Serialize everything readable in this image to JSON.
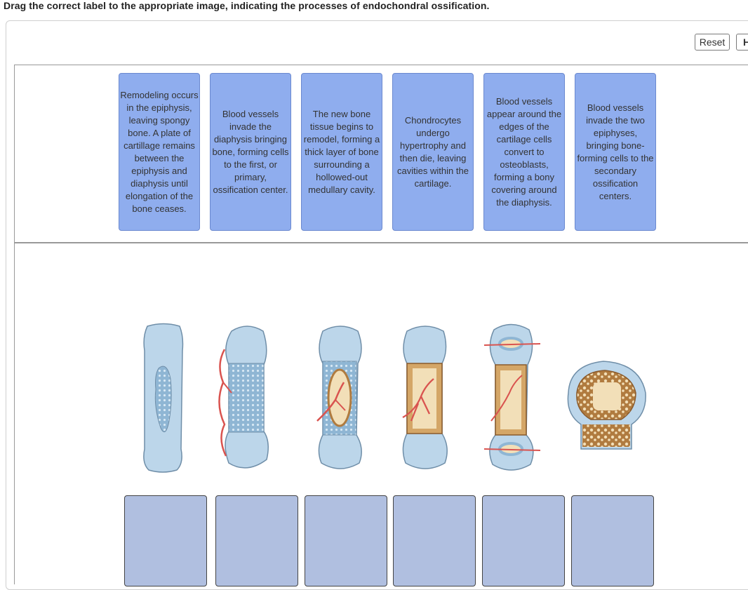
{
  "instruction": "Drag the correct label to the appropriate image, indicating the processes of endochondral ossification.",
  "buttons": {
    "reset": "Reset",
    "help": "H"
  },
  "labels": [
    "Remodeling occurs in the epiphysis, leaving spongy bone. A plate of cartillage remains between the epiphysis and diaphysis until elongation of the bone ceases.",
    "Blood vessels invade the diaphysis bringing bone, forming cells to the first, or primary, ossification center.",
    "The new bone tissue begins to remodel, forming a thick layer of bone surrounding a hollowed-out medullary cavity.",
    "Chondrocytes undergo hypertrophy and then die, leaving cavities within the cartilage.",
    "Blood vessels appear around the edges of the cartilage cells convert to osteoblasts, forming a bony covering around the diaphysis.",
    "Blood vessels invade the two epiphyses, bringing bone-forming cells to the secondary ossification centers."
  ],
  "colors": {
    "label_bg": "#8fadee",
    "dropzone_bg": "#b0bfe0",
    "cartilage": "#bcd6ea",
    "bone": "#d4a667",
    "vessel": "#d9534f"
  },
  "icons": [
    "bone-stage-1-icon",
    "bone-stage-2-icon",
    "bone-stage-3-icon",
    "bone-stage-4-icon",
    "bone-stage-5-icon",
    "bone-stage-6-icon"
  ]
}
